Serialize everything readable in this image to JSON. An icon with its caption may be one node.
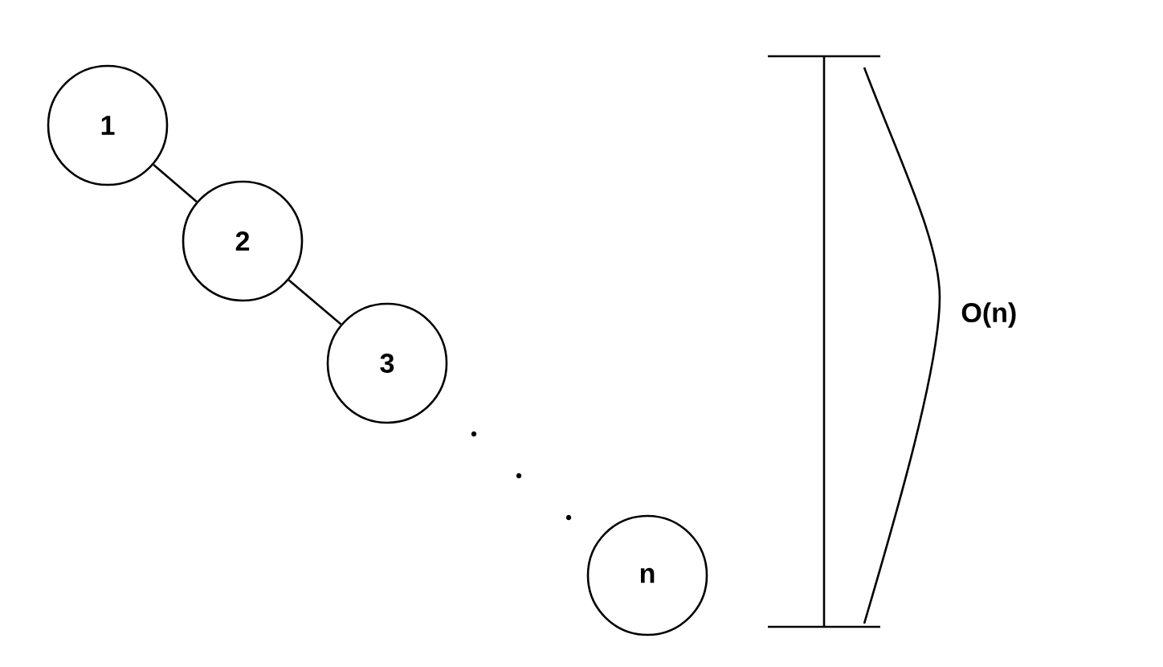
{
  "diagram": {
    "nodes": [
      {
        "text": [
          "1"
        ]
      },
      {
        "text": [
          "2"
        ]
      },
      {
        "text": [
          "3"
        ]
      },
      {
        "text": [
          "n"
        ]
      }
    ],
    "edges": [
      {
        "from": 0,
        "to": 1,
        "arrow": "none"
      },
      {
        "from": 1,
        "to": 2,
        "arrow": "none"
      }
    ],
    "labels": [
      "O(n)"
    ]
  }
}
